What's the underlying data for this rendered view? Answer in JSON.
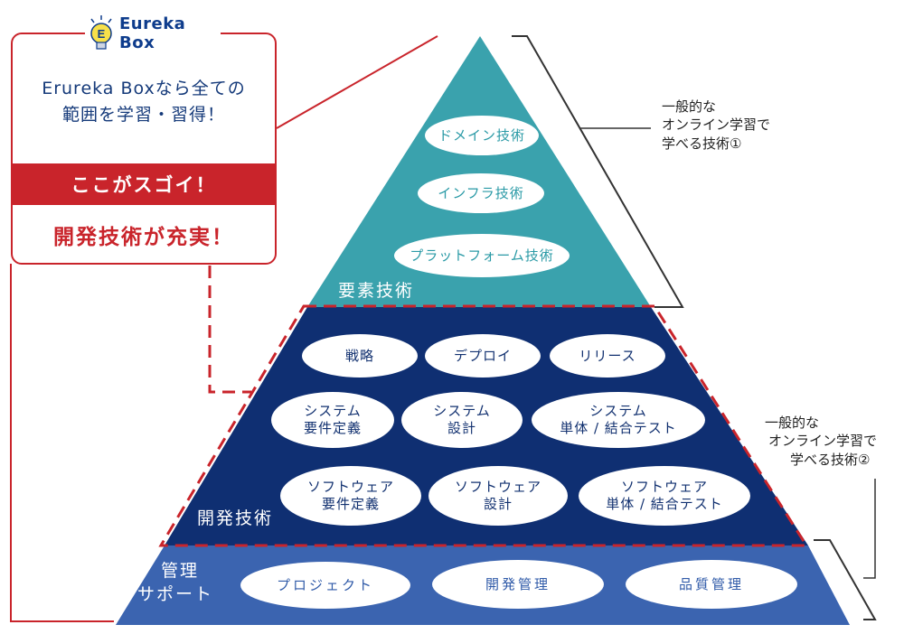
{
  "callout": {
    "logo": "Eureka Box",
    "lead_line1": "Erureka Boxなら全ての",
    "lead_line2": "範囲を学習・習得！",
    "band": "ここがスゴイ！",
    "punch": "開発技術が充実！"
  },
  "tiers": {
    "elements": {
      "label": "要素技術",
      "items": [
        "ドメイン技術",
        "インフラ技術",
        "プラットフォーム技術"
      ]
    },
    "development": {
      "label": "開発技術",
      "rows": [
        [
          {
            "line1": "戦略",
            "line2": ""
          },
          {
            "line1": "デプロイ",
            "line2": ""
          },
          {
            "line1": "リリース",
            "line2": ""
          }
        ],
        [
          {
            "line1": "システム",
            "line2": "要件定義"
          },
          {
            "line1": "システム",
            "line2": "設計"
          },
          {
            "line1": "システム",
            "line2": "単体 / 結合テスト"
          }
        ],
        [
          {
            "line1": "ソフトウェア",
            "line2": "要件定義"
          },
          {
            "line1": "ソフトウェア",
            "line2": "設計"
          },
          {
            "line1": "ソフトウェア",
            "line2": "単体 / 結合テスト"
          }
        ]
      ]
    },
    "management": {
      "label_line1": "管理",
      "label_line2": "サポート",
      "items": [
        "プロジェクト",
        "開発管理",
        "品質管理"
      ]
    }
  },
  "notes": {
    "note1": [
      "一般的な",
      "オンライン学習で",
      "学べる技術①"
    ],
    "note2": [
      "一般的な",
      "オンライン学習で",
      "学べる技術②"
    ]
  },
  "colors": {
    "teal": "#3aa2ad",
    "navy": "#0f2f72",
    "blue": "#3b64b0",
    "red": "#c9242b"
  }
}
